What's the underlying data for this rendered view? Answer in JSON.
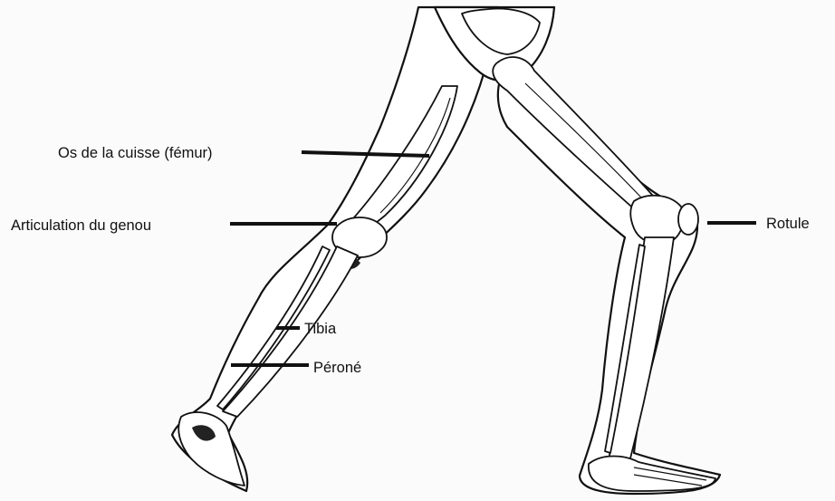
{
  "labels": {
    "femur": "Os de la cuisse (fémur)",
    "knee_joint": "Articulation du genou",
    "tibia": "Tibia",
    "fibula": "Péroné",
    "patella": "Rotule"
  }
}
